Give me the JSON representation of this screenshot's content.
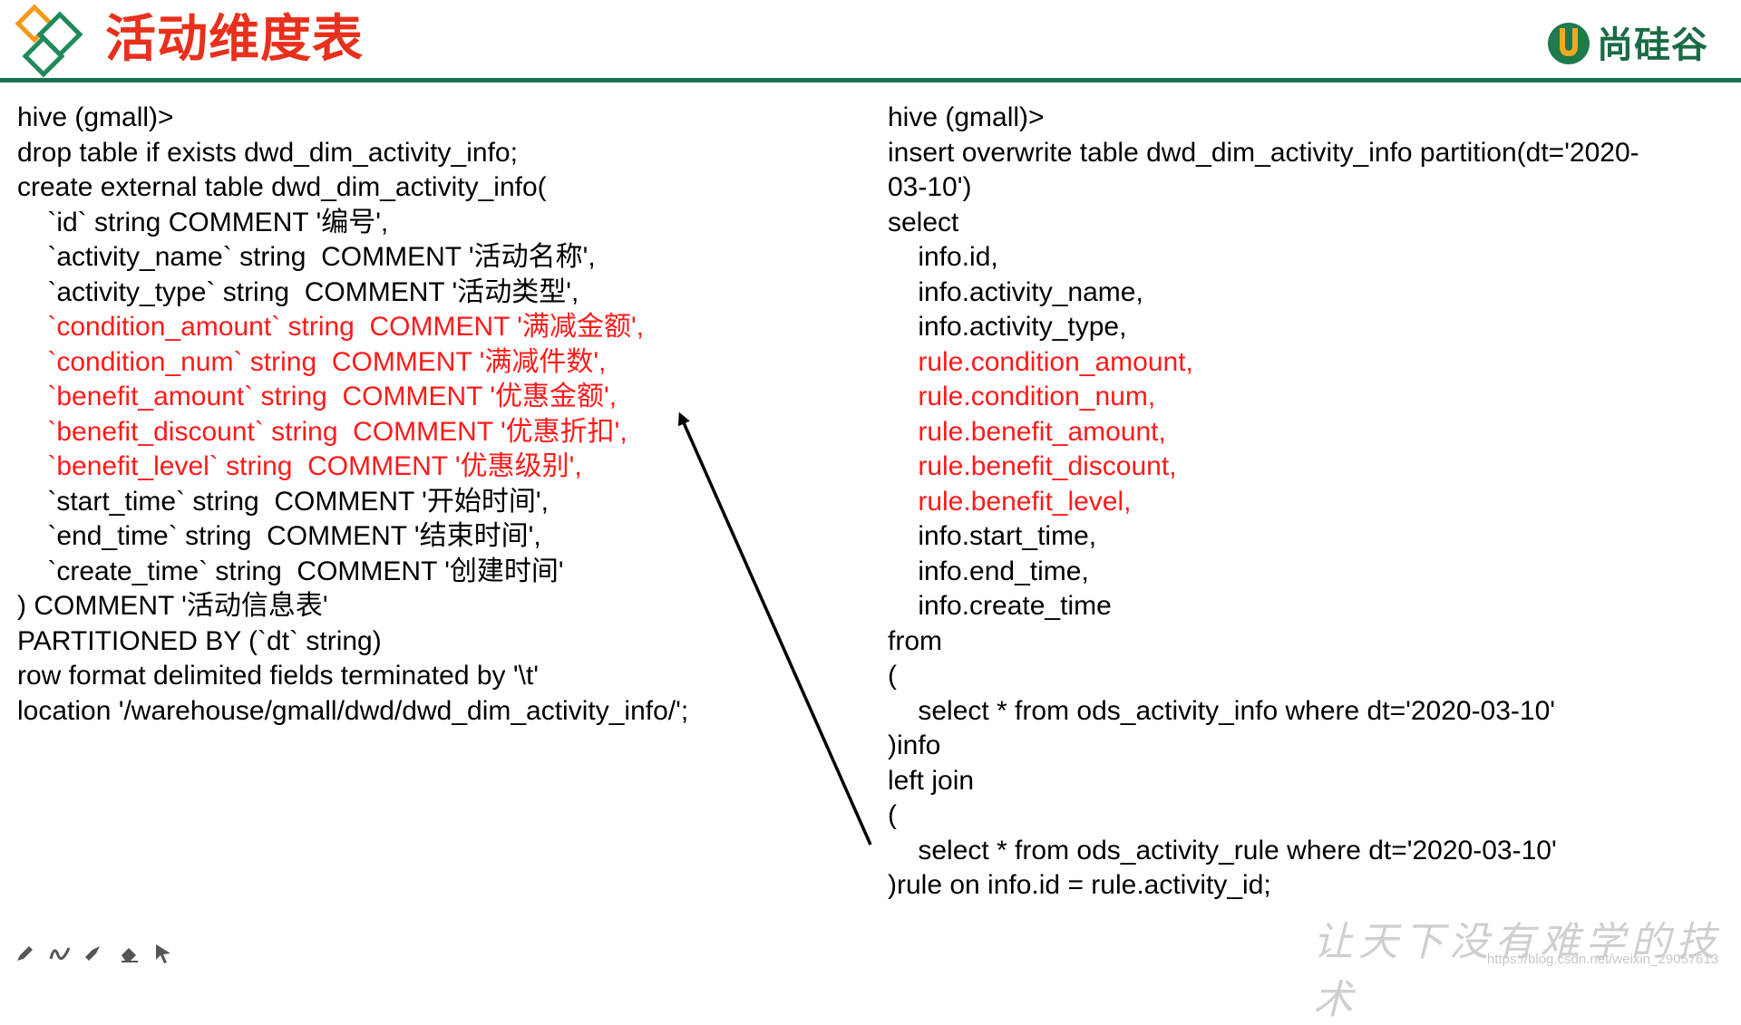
{
  "header": {
    "title": "活动维度表",
    "brand_name": "尚硅谷",
    "logo_icon": "diamond-logo-icon",
    "brand_icon": "u-shield-brand-icon",
    "title_color": "#e8301c",
    "accent_color": "#17734f"
  },
  "left_code": [
    {
      "text": "hive (gmall)>",
      "red": false
    },
    {
      "text": "drop table if exists dwd_dim_activity_info;",
      "red": false
    },
    {
      "text": "create external table dwd_dim_activity_info(",
      "red": false
    },
    {
      "text": "    `id` string COMMENT '编号',",
      "red": false
    },
    {
      "text": "    `activity_name` string  COMMENT '活动名称',",
      "red": false
    },
    {
      "text": "    `activity_type` string  COMMENT '活动类型',",
      "red": false
    },
    {
      "text": "    `condition_amount` string  COMMENT '满减金额',",
      "red": true
    },
    {
      "text": "    `condition_num` string  COMMENT '满减件数',",
      "red": true
    },
    {
      "text": "    `benefit_amount` string  COMMENT '优惠金额',",
      "red": true
    },
    {
      "text": "    `benefit_discount` string  COMMENT '优惠折扣',",
      "red": true
    },
    {
      "text": "    `benefit_level` string  COMMENT '优惠级别',",
      "red": true
    },
    {
      "text": "    `start_time` string  COMMENT '开始时间',",
      "red": false
    },
    {
      "text": "    `end_time` string  COMMENT '结束时间',",
      "red": false
    },
    {
      "text": "    `create_time` string  COMMENT '创建时间'",
      "red": false
    },
    {
      "text": ") COMMENT '活动信息表'",
      "red": false
    },
    {
      "text": "PARTITIONED BY (`dt` string)",
      "red": false
    },
    {
      "text": "row format delimited fields terminated by '\\t'",
      "red": false
    },
    {
      "text": "location '/warehouse/gmall/dwd/dwd_dim_activity_info/';",
      "red": false
    }
  ],
  "right_code": [
    {
      "text": "hive (gmall)>",
      "red": false
    },
    {
      "text": "insert overwrite table dwd_dim_activity_info partition(dt='2020-",
      "red": false
    },
    {
      "text": "03-10')",
      "red": false
    },
    {
      "text": "select",
      "red": false
    },
    {
      "text": "    info.id,",
      "red": false
    },
    {
      "text": "    info.activity_name,",
      "red": false
    },
    {
      "text": "    info.activity_type,",
      "red": false
    },
    {
      "text": "    rule.condition_amount,",
      "red": true
    },
    {
      "text": "    rule.condition_num,",
      "red": true
    },
    {
      "text": "    rule.benefit_amount,",
      "red": true
    },
    {
      "text": "    rule.benefit_discount,",
      "red": true
    },
    {
      "text": "    rule.benefit_level,",
      "red": true
    },
    {
      "text": "    info.start_time,",
      "red": false
    },
    {
      "text": "    info.end_time,",
      "red": false
    },
    {
      "text": "    info.create_time",
      "red": false
    },
    {
      "text": "from",
      "red": false
    },
    {
      "text": "(",
      "red": false
    },
    {
      "text": "    select * from ods_activity_info where dt='2020-03-10'",
      "red": false
    },
    {
      "text": ")info",
      "red": false
    },
    {
      "text": "left join",
      "red": false
    },
    {
      "text": "(",
      "red": false
    },
    {
      "text": "    select * from ods_activity_rule where dt='2020-03-10'",
      "red": false
    },
    {
      "text": ")rule on info.id = rule.activity_id;",
      "red": false
    }
  ],
  "footer": {
    "slogan": "让天下没有难学的技术",
    "watermark": "https://blog.csdn.net/weixin_29057613",
    "tools": [
      "pen-icon",
      "curve-icon",
      "highlighter-icon",
      "eraser-icon",
      "pointer-icon"
    ]
  },
  "colors": {
    "highlight": "#ff1a1a",
    "arrow": "#000000"
  }
}
